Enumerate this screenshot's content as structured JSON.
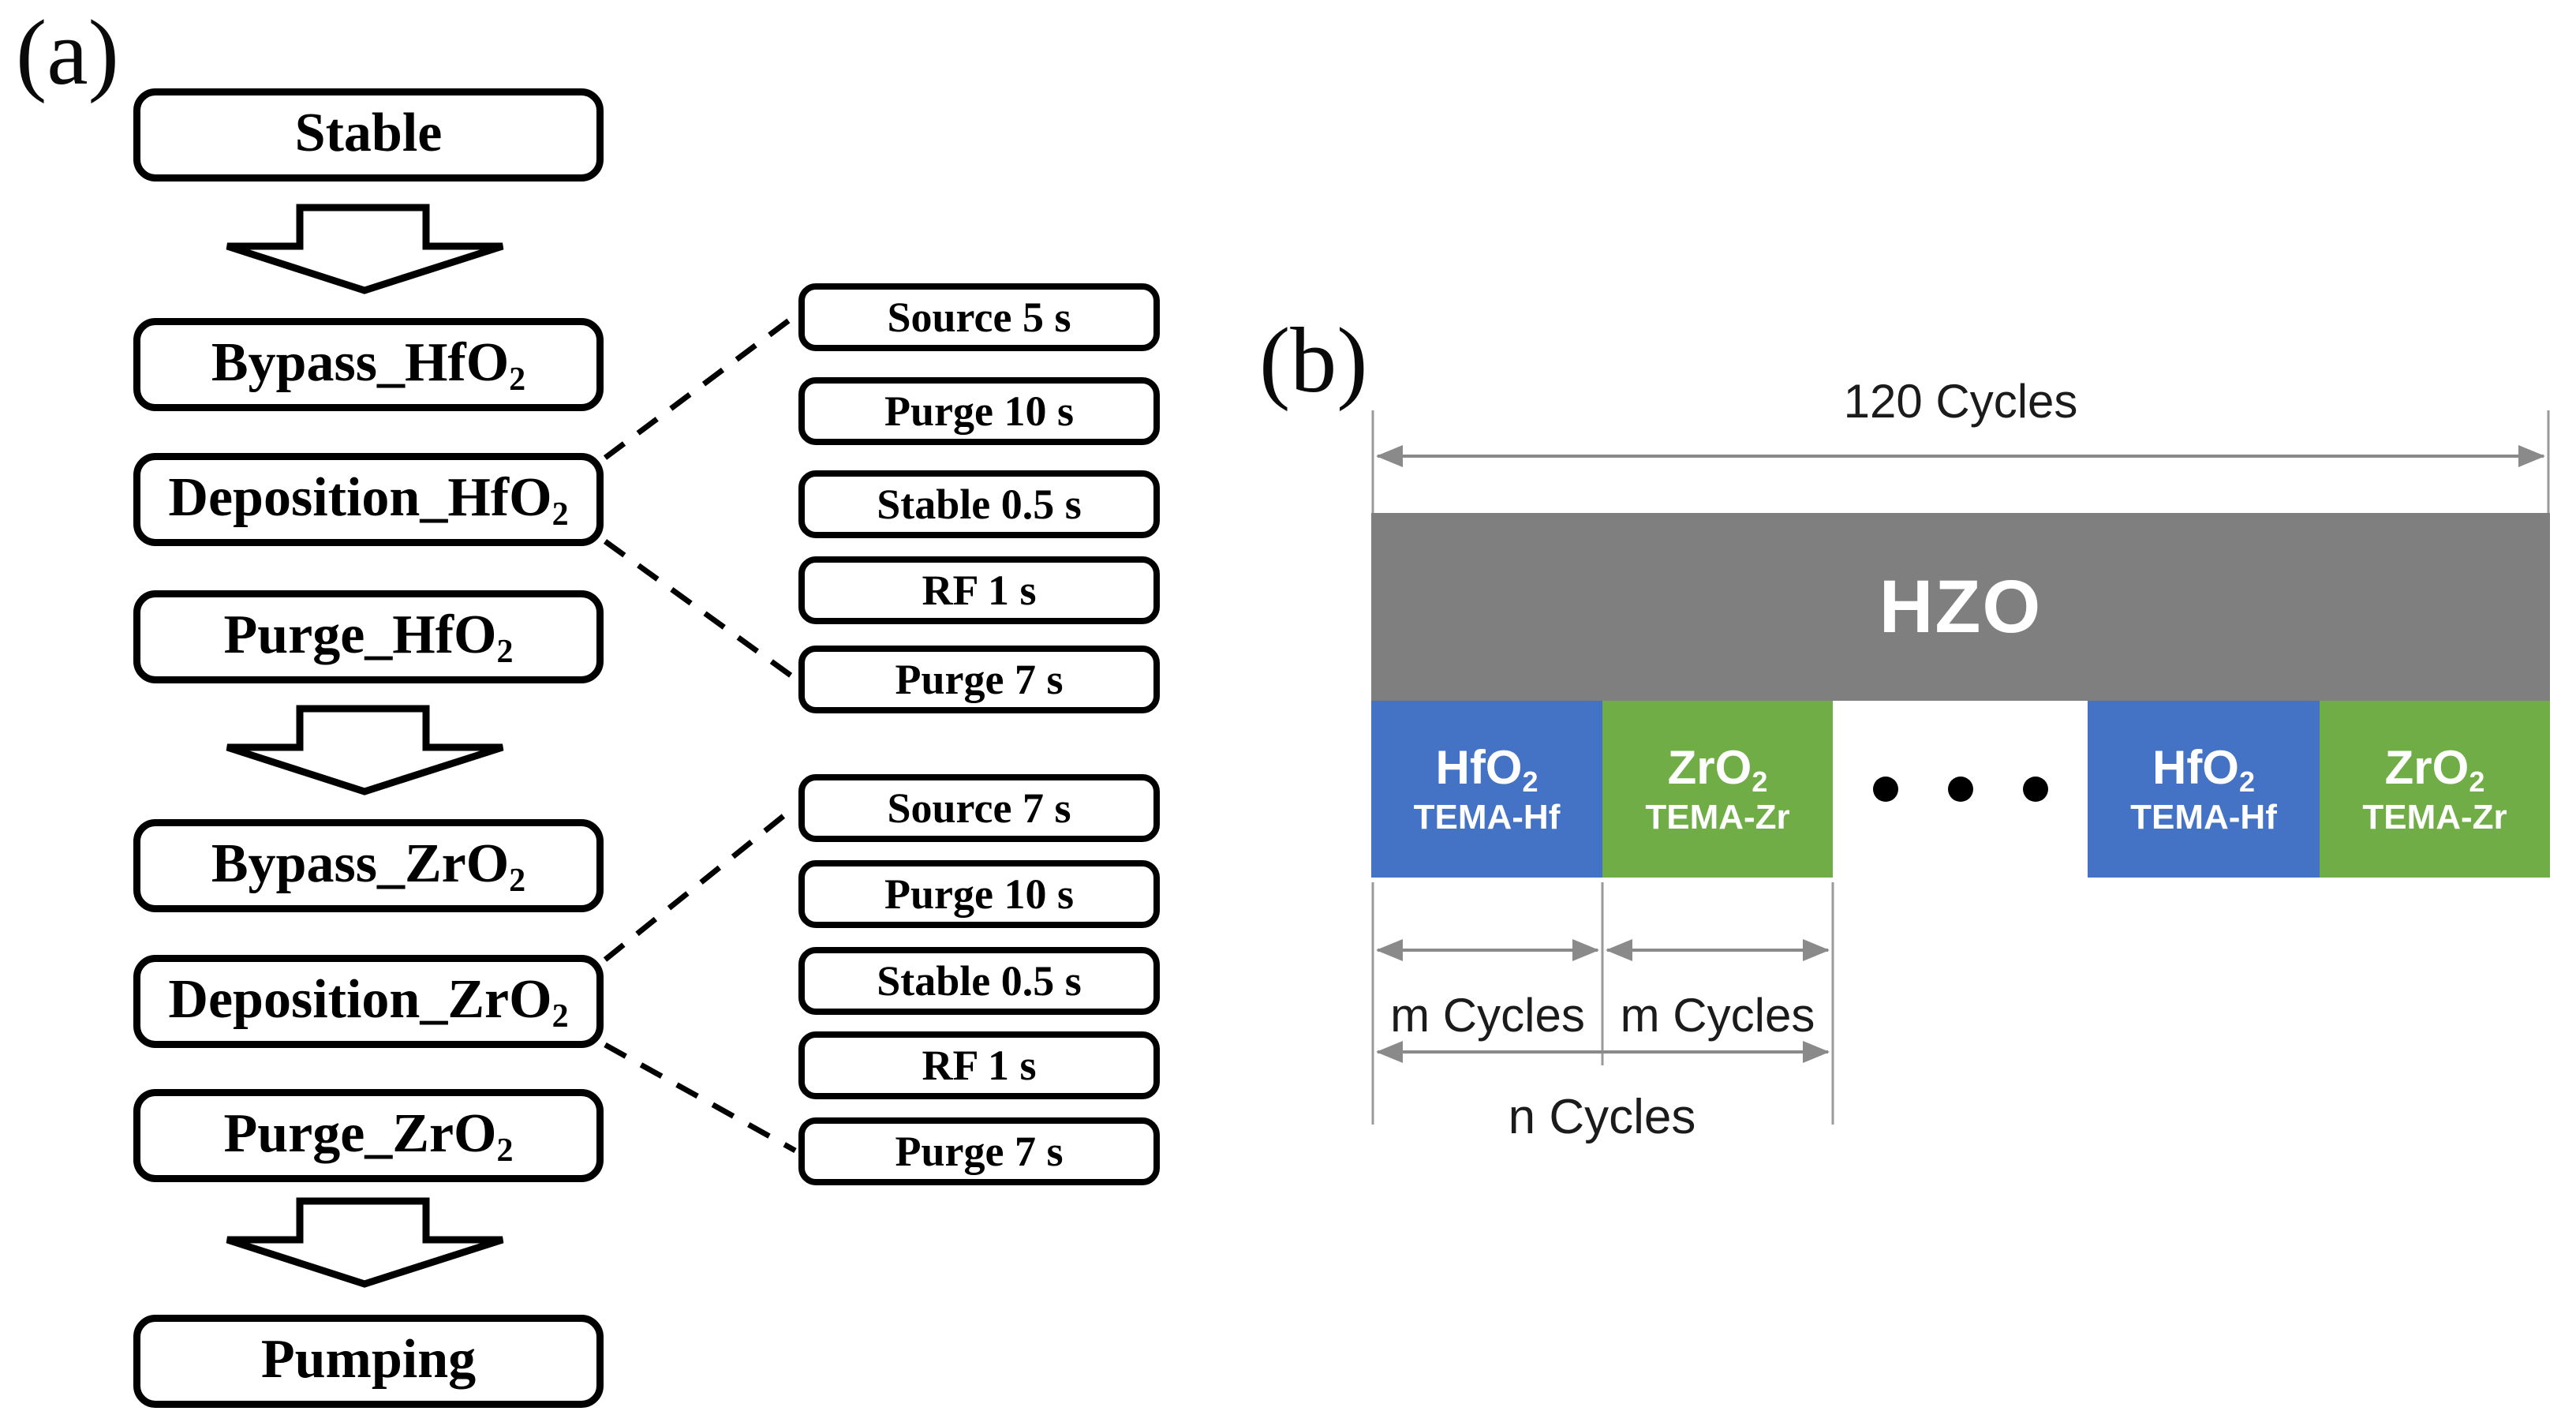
{
  "panel_a": {
    "label": "(a)",
    "flow": [
      {
        "base": "Stable",
        "sub": ""
      },
      {
        "base": "Bypass_HfO",
        "sub": "2"
      },
      {
        "base": "Deposition_HfO",
        "sub": "2"
      },
      {
        "base": "Purge_HfO",
        "sub": "2"
      },
      {
        "base": "Bypass_ZrO",
        "sub": "2"
      },
      {
        "base": "Deposition_ZrO",
        "sub": "2"
      },
      {
        "base": "Purge_ZrO",
        "sub": "2"
      },
      {
        "base": "Pumping",
        "sub": ""
      }
    ],
    "hfo2_recipe": [
      {
        "label": "Source 5 s"
      },
      {
        "label": "Purge 10 s"
      },
      {
        "label": "Stable 0.5 s"
      },
      {
        "label": "RF 1 s"
      },
      {
        "label": "Purge 7 s"
      }
    ],
    "zro2_recipe": [
      {
        "label": "Source 7 s"
      },
      {
        "label": "Purge 10 s"
      },
      {
        "label": "Stable 0.5 s"
      },
      {
        "label": "RF 1 s"
      },
      {
        "label": "Purge 7 s"
      }
    ]
  },
  "panel_b": {
    "label": "(b)",
    "total_cycles": "120 Cycles",
    "film": "HZO",
    "layers": [
      {
        "material": "HfO",
        "sub": "2",
        "precursor": "TEMA-Hf",
        "color": "#4472C4"
      },
      {
        "material": "ZrO",
        "sub": "2",
        "precursor": "TEMA-Zr",
        "color": "#70AD47"
      },
      {
        "material": "HfO",
        "sub": "2",
        "precursor": "TEMA-Hf",
        "color": "#4472C4"
      },
      {
        "material": "ZrO",
        "sub": "2",
        "precursor": "TEMA-Zr",
        "color": "#70AD47"
      }
    ],
    "m_cycles": [
      "m Cycles",
      "m Cycles"
    ],
    "n_cycles": "n Cycles",
    "colors": {
      "film_gray": "#7F7F7F",
      "hfo2_blue": "#4472C4",
      "zro2_green": "#70AD47",
      "dimension_gray": "#8A8A8A"
    }
  }
}
